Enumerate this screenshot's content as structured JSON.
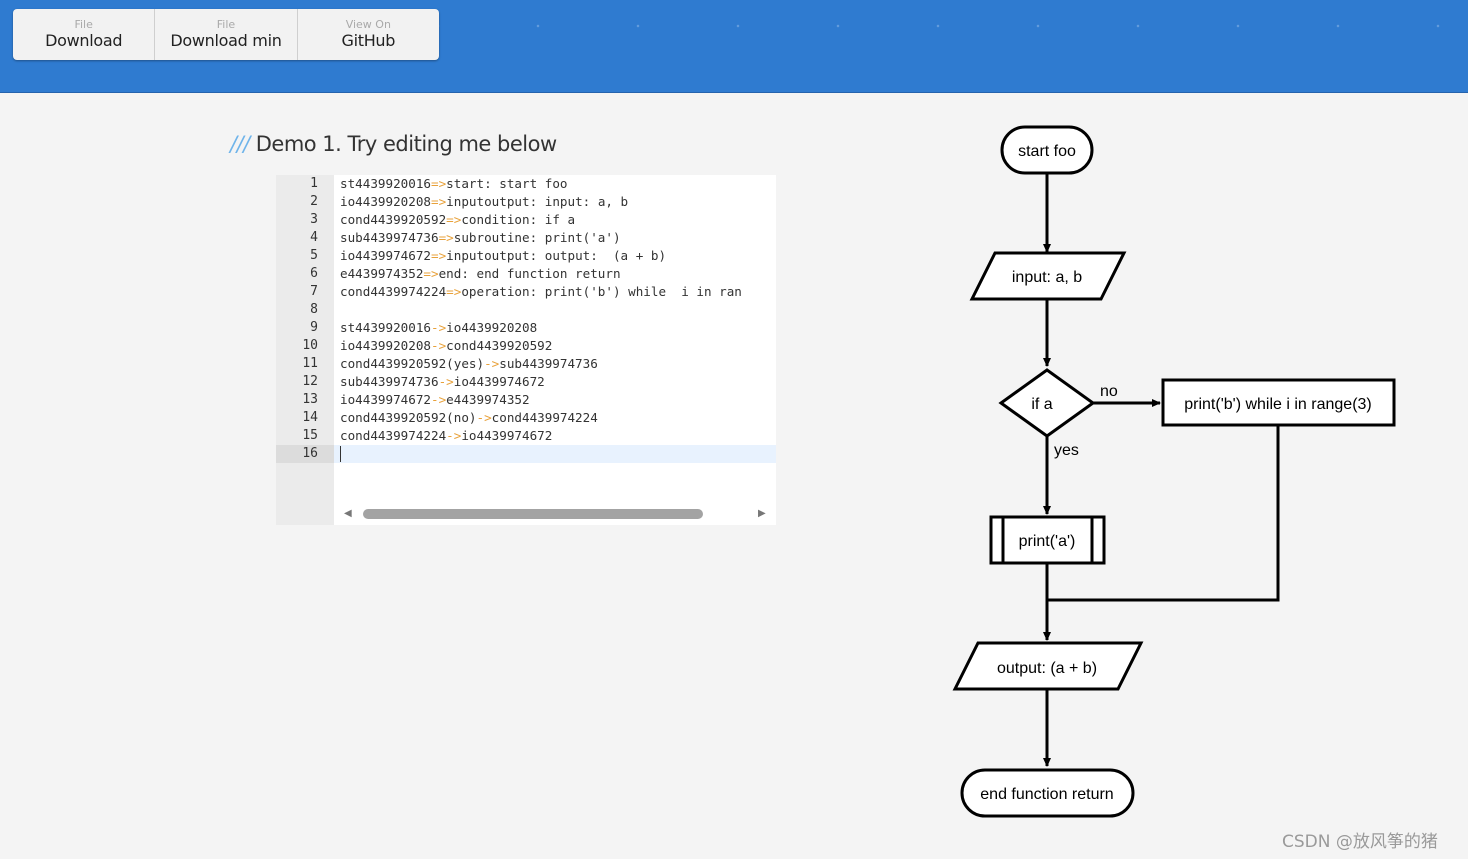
{
  "header": {
    "buttons": [
      {
        "small": "File",
        "big": "Download"
      },
      {
        "small": "File",
        "big": "Download min"
      },
      {
        "small": "View On",
        "big": "GitHub"
      }
    ]
  },
  "demo": {
    "slashes": "///",
    "title": "Demo 1. Try editing me below"
  },
  "editor": {
    "line_numbers": [
      "1",
      "2",
      "3",
      "4",
      "5",
      "6",
      "7",
      "8",
      "9",
      "10",
      "11",
      "12",
      "13",
      "14",
      "15",
      "16"
    ],
    "lines": [
      {
        "a": "st4439920016",
        "arrow": "=>",
        "b": "start: start foo"
      },
      {
        "a": "io4439920208",
        "arrow": "=>",
        "b": "inputoutput: input: a, b"
      },
      {
        "a": "cond4439920592",
        "arrow": "=>",
        "b": "condition: if a"
      },
      {
        "a": "sub4439974736",
        "arrow": "=>",
        "b": "subroutine: print('a')"
      },
      {
        "a": "io4439974672",
        "arrow": "=>",
        "b": "inputoutput: output:  (a + b)"
      },
      {
        "a": "e4439974352",
        "arrow": "=>",
        "b": "end: end function return"
      },
      {
        "a": "cond4439974224",
        "arrow": "=>",
        "b": "operation: print('b') while  i in ran"
      },
      {
        "a": "",
        "arrow": "",
        "b": ""
      },
      {
        "a": "st4439920016",
        "arrow": "->",
        "b": "io4439920208"
      },
      {
        "a": "io4439920208",
        "arrow": "->",
        "b": "cond4439920592"
      },
      {
        "a": "cond4439920592(yes)",
        "arrow": "->",
        "b": "sub4439974736"
      },
      {
        "a": "sub4439974736",
        "arrow": "->",
        "b": "io4439974672"
      },
      {
        "a": "io4439974672",
        "arrow": "->",
        "b": "e4439974352"
      },
      {
        "a": "cond4439920592(no)",
        "arrow": "->",
        "b": "cond4439974224"
      },
      {
        "a": "cond4439974224",
        "arrow": "->",
        "b": "io4439974672"
      },
      {
        "a": "",
        "arrow": "",
        "b": ""
      }
    ]
  },
  "flowchart": {
    "start": "start foo",
    "input": "input: a, b",
    "condition": "if a",
    "no_label": "no",
    "yes_label": "yes",
    "operation": "print('b') while i in range(3)",
    "subroutine": "print('a')",
    "output": "output: (a + b)",
    "end": "end function return"
  },
  "watermark": "CSDN @放风筝的猪"
}
